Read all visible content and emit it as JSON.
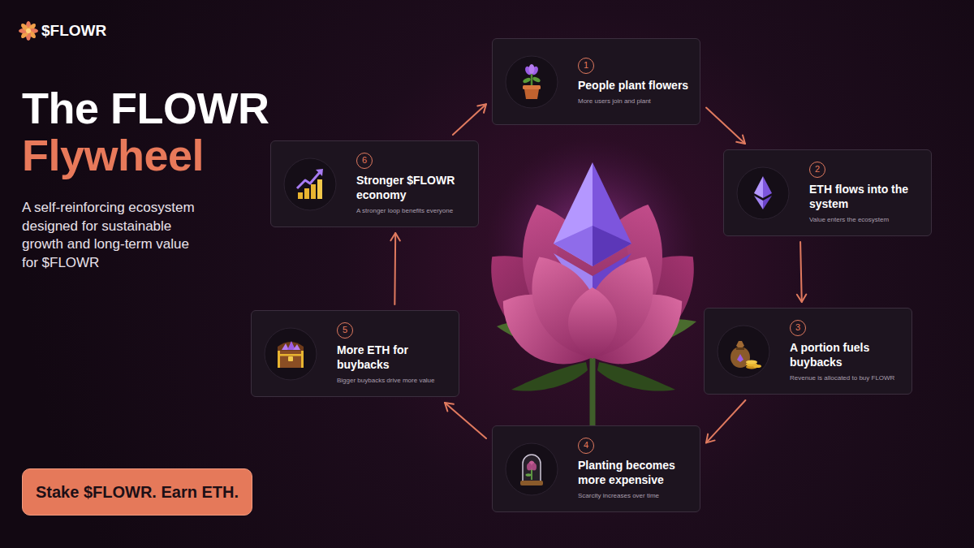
{
  "diagram": {
    "title": "The FLOWR Flywheel",
    "nodes": [
      {
        "text": [
          "1",
          "People plant flowers",
          "More users join and plant"
        ]
      },
      {
        "text": [
          "2",
          "ETH flows into the system",
          "Value enters the ecosystem"
        ]
      },
      {
        "text": [
          "3",
          "A portion fuels buybacks",
          "Revenue is allocated to buy FLOWR"
        ]
      },
      {
        "text": [
          "4",
          "Planting becomes more expensive",
          "Scarcity increases over time"
        ]
      },
      {
        "text": [
          "5",
          "More ETH for buybacks",
          "Bigger buybacks drive more value"
        ]
      },
      {
        "text": [
          "6",
          "Stronger $FLOWR economy",
          "A stronger loop benefits everyone"
        ]
      },
      {
        "text": [
          "Stake $FLOWR. Earn ETH."
        ]
      }
    ],
    "edges": [
      {
        "from": 0,
        "to": 1,
        "arrow": "to"
      },
      {
        "from": 1,
        "to": 2,
        "arrow": "to"
      },
      {
        "from": 2,
        "to": 3,
        "arrow": "to"
      },
      {
        "from": 3,
        "to": 4,
        "arrow": "to"
      },
      {
        "from": 4,
        "to": 5,
        "arrow": "to"
      },
      {
        "from": 5,
        "to": 0,
        "arrow": "to"
      }
    ],
    "labels": [
      "$FLOWR",
      "A self-reinforcing ecosystem designed for sustainable growth and long-term value for $FLOWR"
    ]
  }
}
